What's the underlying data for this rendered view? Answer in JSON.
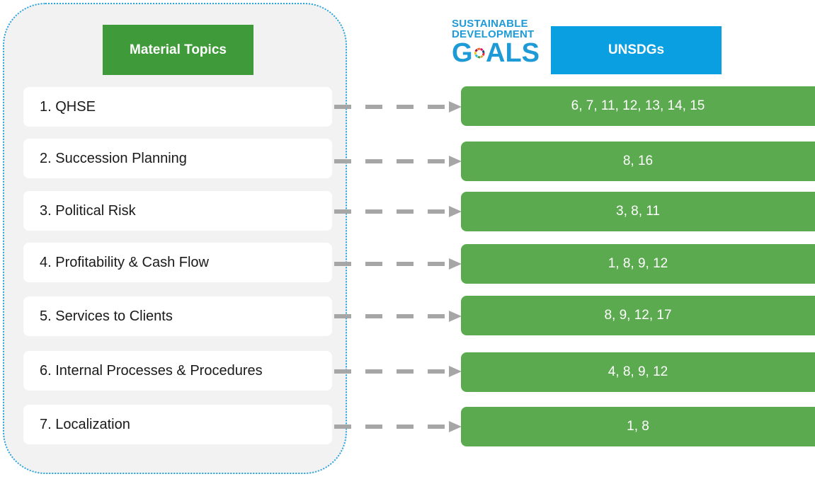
{
  "header": {
    "material_topics": "Material Topics",
    "unsdgs": "UNSDGs"
  },
  "logo": {
    "line1": "SUSTAINABLE",
    "line2": "DEVELOPMENT",
    "goals_g": "G",
    "goals_rest": "ALS"
  },
  "rows": [
    {
      "topic": "1. QHSE",
      "goals": "6, 7, 11, 12, 13, 14, 15"
    },
    {
      "topic": "2. Succession Planning",
      "goals": "8, 16"
    },
    {
      "topic": "3. Political Risk",
      "goals": "3, 8, 11"
    },
    {
      "topic": "4. Profitability & Cash Flow",
      "goals": "1, 8, 9, 12"
    },
    {
      "topic": "5. Services to Clients",
      "goals": "8, 9, 12, 17"
    },
    {
      "topic": "6. Internal Processes & Procedures",
      "goals": "4, 8, 9, 12"
    },
    {
      "topic": "7. Localization",
      "goals": "1, 8"
    }
  ],
  "colors": {
    "panel_border": "#2aa4dc",
    "panel_fill": "#f2f2f2",
    "material_header": "#3f9b3a",
    "sdg_header": "#0a9fe0",
    "result_box": "#5baa4f",
    "arrow": "#a6a6a6"
  }
}
